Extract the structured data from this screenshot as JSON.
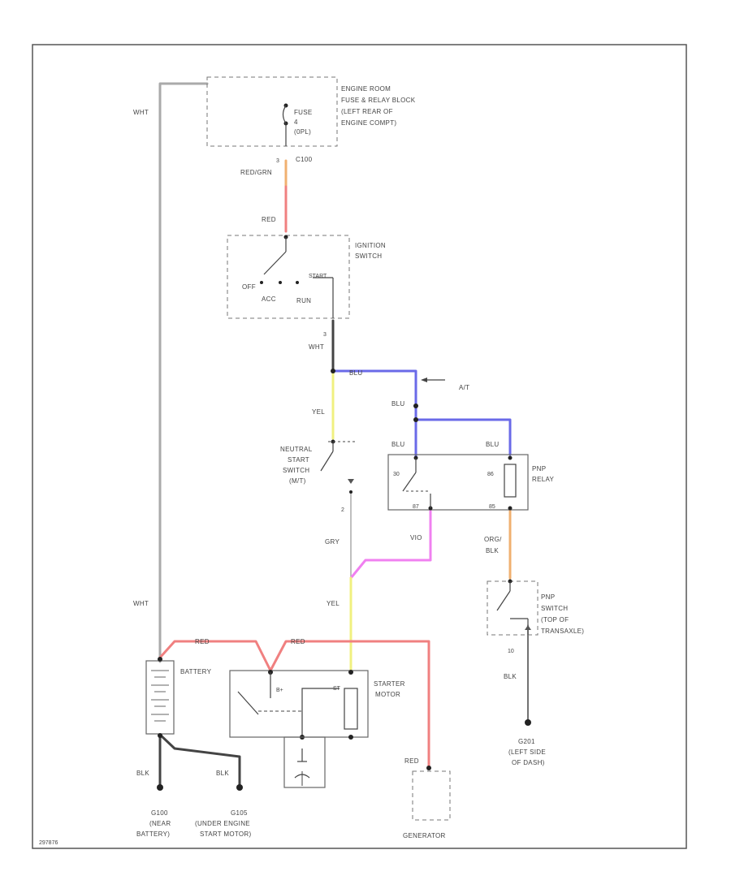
{
  "colors": {
    "wire_red": "#f08080",
    "wire_blue": "#6a6ae8",
    "wire_yellow": "#f0f080",
    "wire_pink": "#f080f0",
    "wire_orange": "#f0b070",
    "wire_black": "#444444",
    "wire_gray": "#aaaaaa"
  },
  "labels": {
    "fuse_block": [
      "ENGINE ROOM",
      "FUSE & RELAY BLOCK",
      "(LEFT REAR OF",
      "ENGINE COMPT)"
    ],
    "fuse": [
      "FUSE",
      "4",
      "(0PL)"
    ],
    "fuse_conn": "C100",
    "fuse_pin": "3",
    "wire_red_grn": "RED/GRN",
    "wire_red_top": "RED",
    "ign_switch": [
      "IGNITION",
      "SWITCH"
    ],
    "ign_off": "OFF",
    "ign_acc": "ACC",
    "ign_run": "RUN",
    "ign_start": "START",
    "ign_pin": "3",
    "wire_wht_left": "WHT",
    "wire_wht_mid": "WHT",
    "wire_blu_top": "BLU",
    "at_label": "A/T",
    "wire_blu_mid": "BLU",
    "wire_blu_left": "BLU",
    "wire_blu_right": "BLU",
    "wire_yel_upper": "YEL",
    "neutral_switch": [
      "NEUTRAL",
      "START",
      "SWITCH",
      "(M/T)"
    ],
    "nss_pin": "2",
    "wire_gry": "GRY",
    "pnp_relay": [
      "PNP",
      "RELAY"
    ],
    "relay_30": "30",
    "relay_86": "86",
    "relay_87": "87",
    "relay_85": "85",
    "wire_vio": "VIO",
    "wire_org_blk": [
      "ORG/",
      "BLK"
    ],
    "pnp_switch": [
      "PNP",
      "SWITCH",
      "(TOP OF",
      "TRANSAXLE)"
    ],
    "pnp_pin": "10",
    "wire_blk_pnp": "BLK",
    "ground_dash": [
      "G201",
      "(LEFT SIDE",
      "OF DASH)"
    ],
    "wire_wht_lower": "WHT",
    "wire_yel_lower": "YEL",
    "wire_red_a": "RED",
    "wire_red_b": "RED",
    "battery": "BATTERY",
    "starter": [
      "STARTER",
      "MOTOR"
    ],
    "starter_b": "B+",
    "starter_st": "ST",
    "wire_blk_a": "BLK",
    "wire_blk_b": "BLK",
    "ground_battery": [
      "G100",
      "(NEAR",
      "BATTERY)"
    ],
    "ground_engine": [
      "G105",
      "(UNDER ENGINE",
      "START MOTOR)"
    ],
    "wire_red_gen": "RED",
    "generator": "GENERATOR",
    "figure_id": "297876"
  }
}
